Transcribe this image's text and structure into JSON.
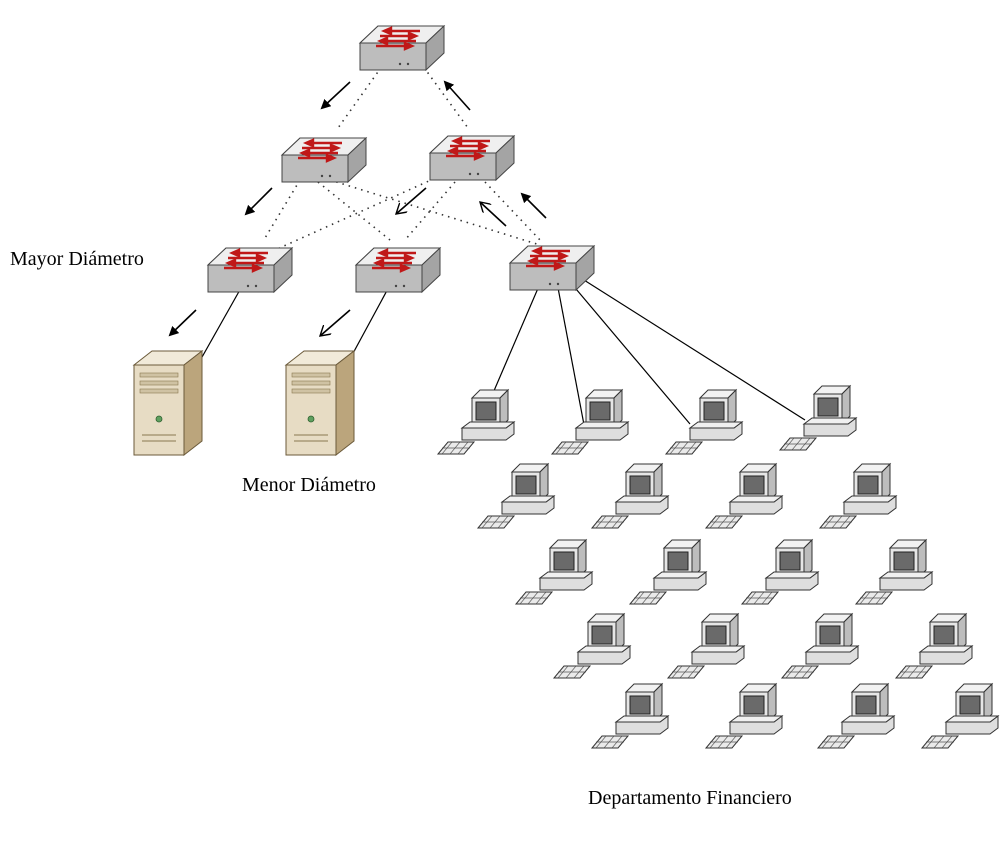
{
  "labels": {
    "mayor": "Mayor Diámetro",
    "menor": "Menor Diámetro",
    "departamento": "Departamento Financiero"
  },
  "colors": {
    "switch_top": "#ececec",
    "switch_side": "#b9b9b9",
    "switch_arrow": "#c01818",
    "server_body": "#e7dcc4",
    "server_side": "#b8a27a",
    "pc_body": "#e6e6e6",
    "pc_screen": "#5a5a5a"
  },
  "icons": {
    "switch": "network-switch-icon",
    "server": "server-tower-icon",
    "workstation": "desktop-computer-icon"
  }
}
